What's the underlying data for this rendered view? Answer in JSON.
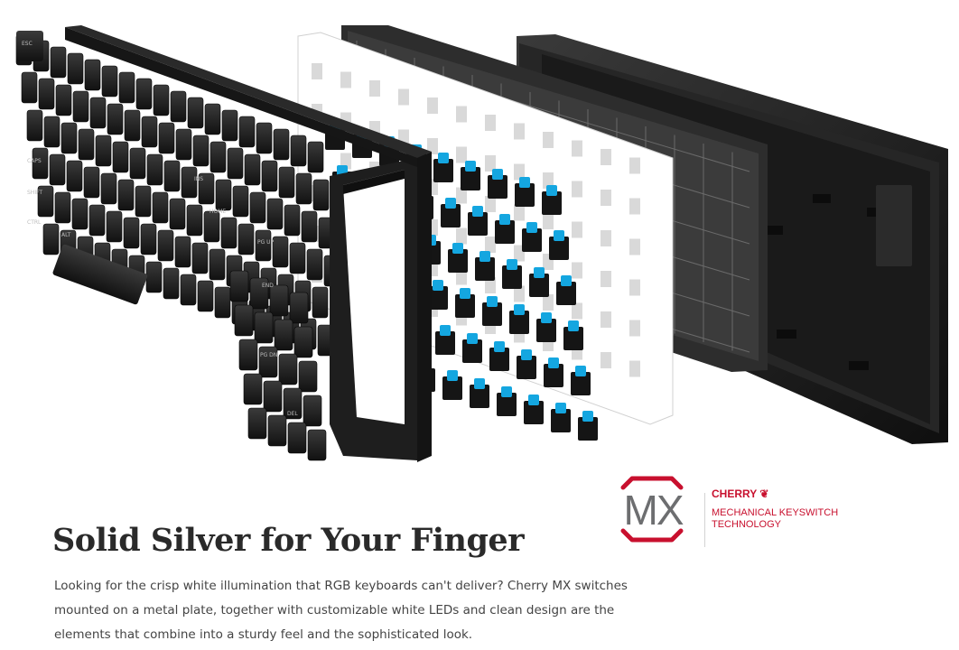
{
  "hero": {
    "image_description_icon": "exploded-keyboard-illustration",
    "keycap_legends": [
      "ESC",
      "CAPS",
      "SHIFT",
      "CTRL",
      "ALT",
      "DEL",
      "PG UP",
      "PG DN",
      "HOME",
      "END",
      "INS"
    ],
    "switch_color": "#14a6e0",
    "case_color": "#1e1e1e"
  },
  "badge": {
    "logo_text": "MX",
    "brand": "CHERRY",
    "subtitle_line1": "MECHANICAL KEYSWITCH",
    "subtitle_line2": "TECHNOLOGY",
    "brand_color": "#c8102e"
  },
  "content": {
    "headline": "Solid Silver for Your Finger",
    "body_lines": [
      "Looking for the crisp white illumination that RGB keyboards can't deliver? Cherry MX switches",
      "mounted on a metal plate, together with customizable white LEDs and clean design are the",
      "elements that combine into a sturdy feel and the sophisticated look."
    ]
  }
}
